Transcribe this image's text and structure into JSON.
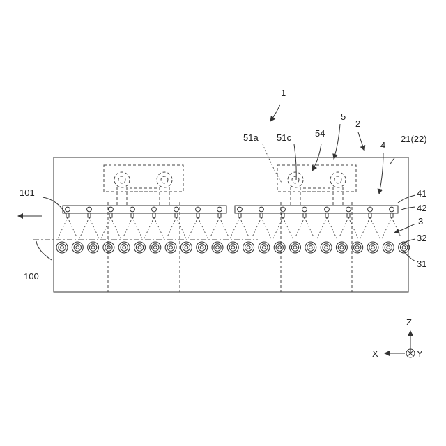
{
  "labels": {
    "device": "1",
    "chamber": "2",
    "wall": "21(22)",
    "conveyor": "3",
    "roller_shaft": "31",
    "roller_ring": "32",
    "spray_unit": "4",
    "spray_pipe": "41",
    "nozzle": "42",
    "pump_unit": "5",
    "pump_a": "51a",
    "pump_c": "51c",
    "pump_line": "54",
    "substrate": "100",
    "substrate_surface": "101"
  },
  "axes": {
    "z": "Z",
    "x": "X",
    "y": "Y"
  },
  "colors": {
    "line": "#333333",
    "background": "#ffffff"
  }
}
